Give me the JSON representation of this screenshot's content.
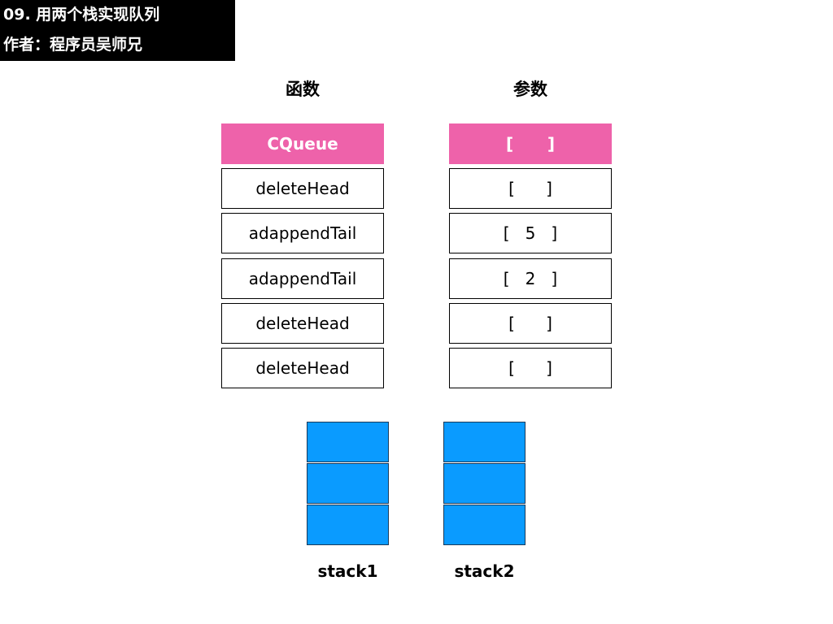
{
  "header": {
    "title": "09. 用两个栈实现队列",
    "author": "作者：程序员吴师兄",
    "background": "#000000"
  },
  "columns": {
    "functions_label": "函数",
    "params_label": "参数"
  },
  "calls": [
    {
      "function": "CQueue",
      "param": "[      ]"
    },
    {
      "function": "deleteHead",
      "param": "[      ]"
    },
    {
      "function": "adappendTail",
      "param": "[   5   ]"
    },
    {
      "function": "adappendTail",
      "param": "[   2   ]"
    },
    {
      "function": "deleteHead",
      "param": "[      ]"
    },
    {
      "function": "deleteHead",
      "param": "[      ]"
    }
  ],
  "highlight_row": 0,
  "highlight_color": "#ee62aa",
  "stacks": [
    {
      "name": "stack1",
      "slots": 3,
      "color": "#0a9bff"
    },
    {
      "name": "stack2",
      "slots": 3,
      "color": "#0a9bff"
    }
  ]
}
